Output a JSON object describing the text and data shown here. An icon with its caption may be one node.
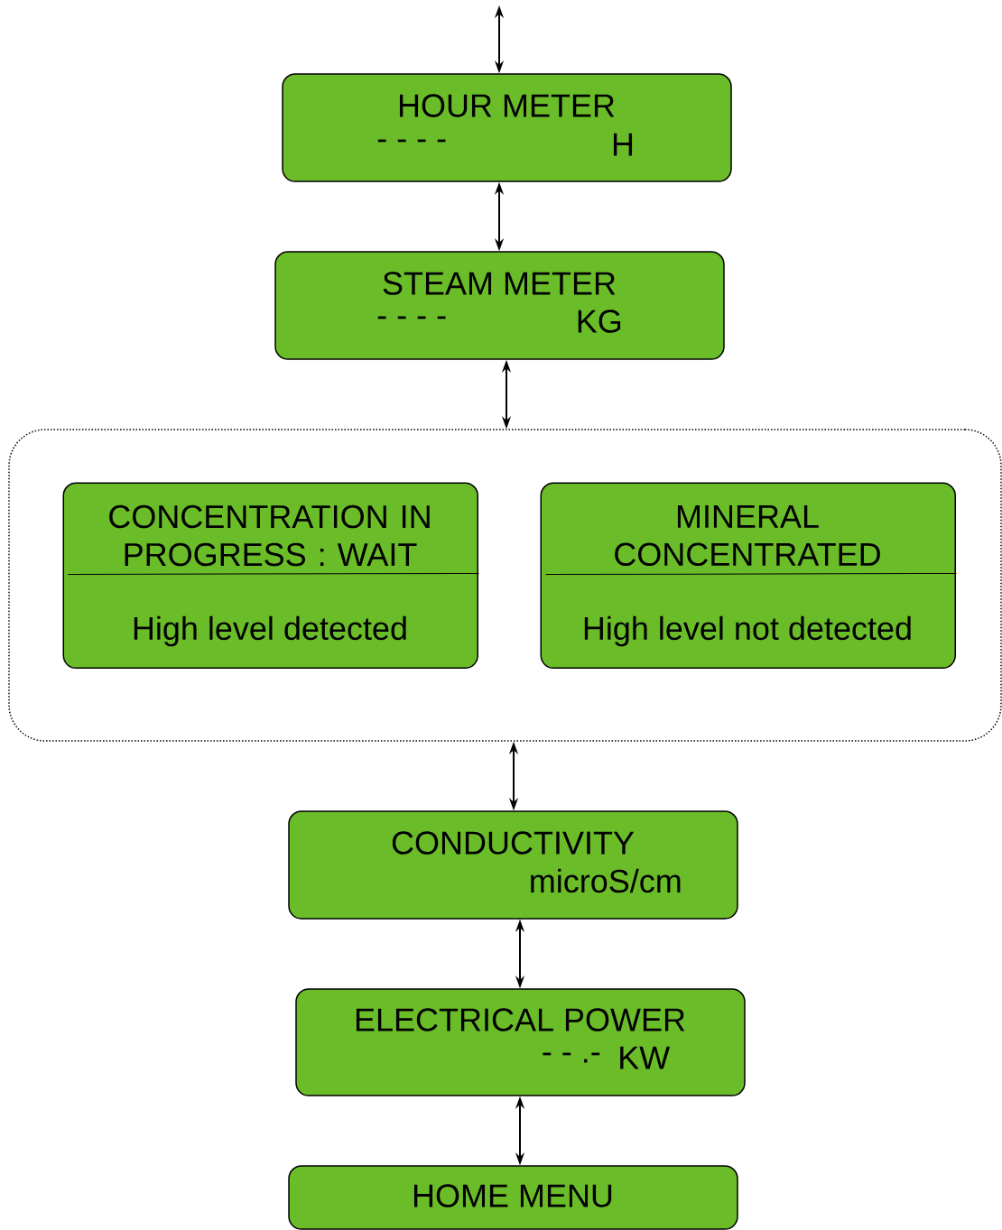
{
  "diagram": {
    "nodes": [
      {
        "text": [
          "HOUR METER",
          "- - - -",
          "H"
        ]
      },
      {
        "text": [
          "STEAM METER",
          "- - - -",
          "KG"
        ]
      },
      {
        "text": [],
        "shape": "box"
      },
      {
        "text": [
          "CONCENTRATION IN PROGRESS : WAIT",
          "High level detected"
        ],
        "in": 2
      },
      {
        "text": [
          "MINERAL CONCENTRATED",
          "High level not detected"
        ],
        "in": 2
      },
      {
        "text": [
          "CONDUCTIVITY",
          "microS/cm"
        ]
      },
      {
        "text": [
          "ELECTRICAL POWER",
          "- - .-",
          "KW"
        ]
      },
      {
        "text": [
          "HOME MENU"
        ]
      }
    ],
    "edges": [
      {
        "from": null,
        "to": 0,
        "arrow": "both"
      },
      {
        "from": 0,
        "to": 1,
        "arrow": "both"
      },
      {
        "from": 1,
        "to": 2,
        "arrow": "both"
      },
      {
        "from": 2,
        "to": 5,
        "arrow": "both"
      },
      {
        "from": 5,
        "to": 6,
        "arrow": "both"
      },
      {
        "from": 6,
        "to": 7,
        "arrow": "both"
      }
    ]
  }
}
